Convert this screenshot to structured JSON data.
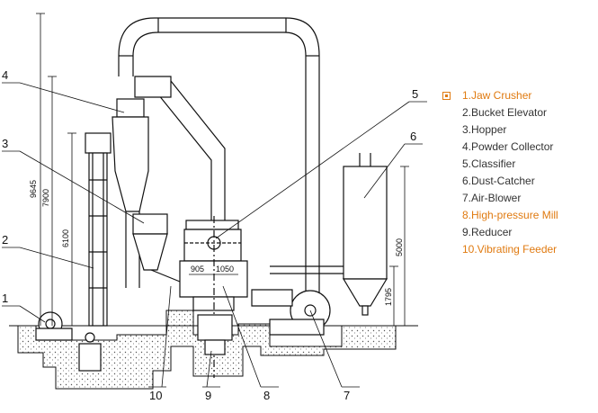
{
  "legend": {
    "items": [
      {
        "label": "1.Jaw Crusher",
        "highlight": true
      },
      {
        "label": "2.Bucket Elevator",
        "highlight": false
      },
      {
        "label": "3.Hopper",
        "highlight": false
      },
      {
        "label": "4.Powder Collector",
        "highlight": false
      },
      {
        "label": "5.Classifier",
        "highlight": false
      },
      {
        "label": "6.Dust-Catcher",
        "highlight": false
      },
      {
        "label": "7.Air-Blower",
        "highlight": false
      },
      {
        "label": "8.High-pressure Mill",
        "highlight": true
      },
      {
        "label": "9.Reducer",
        "highlight": false
      },
      {
        "label": "10.Vibrating Feeder",
        "highlight": true
      }
    ],
    "highlight_color": "#e07a10",
    "text_color": "#333333"
  },
  "diagram": {
    "callouts": [
      "1",
      "2",
      "3",
      "4",
      "5",
      "6",
      "7",
      "8",
      "9",
      "10"
    ],
    "dimensions": {
      "total_height": "9645",
      "mid_height": "7900",
      "elevator_height": "6100",
      "dust_catcher_height": "5000",
      "feeder_height": "1795",
      "mill_left": "905",
      "mill_right": "1050"
    }
  }
}
